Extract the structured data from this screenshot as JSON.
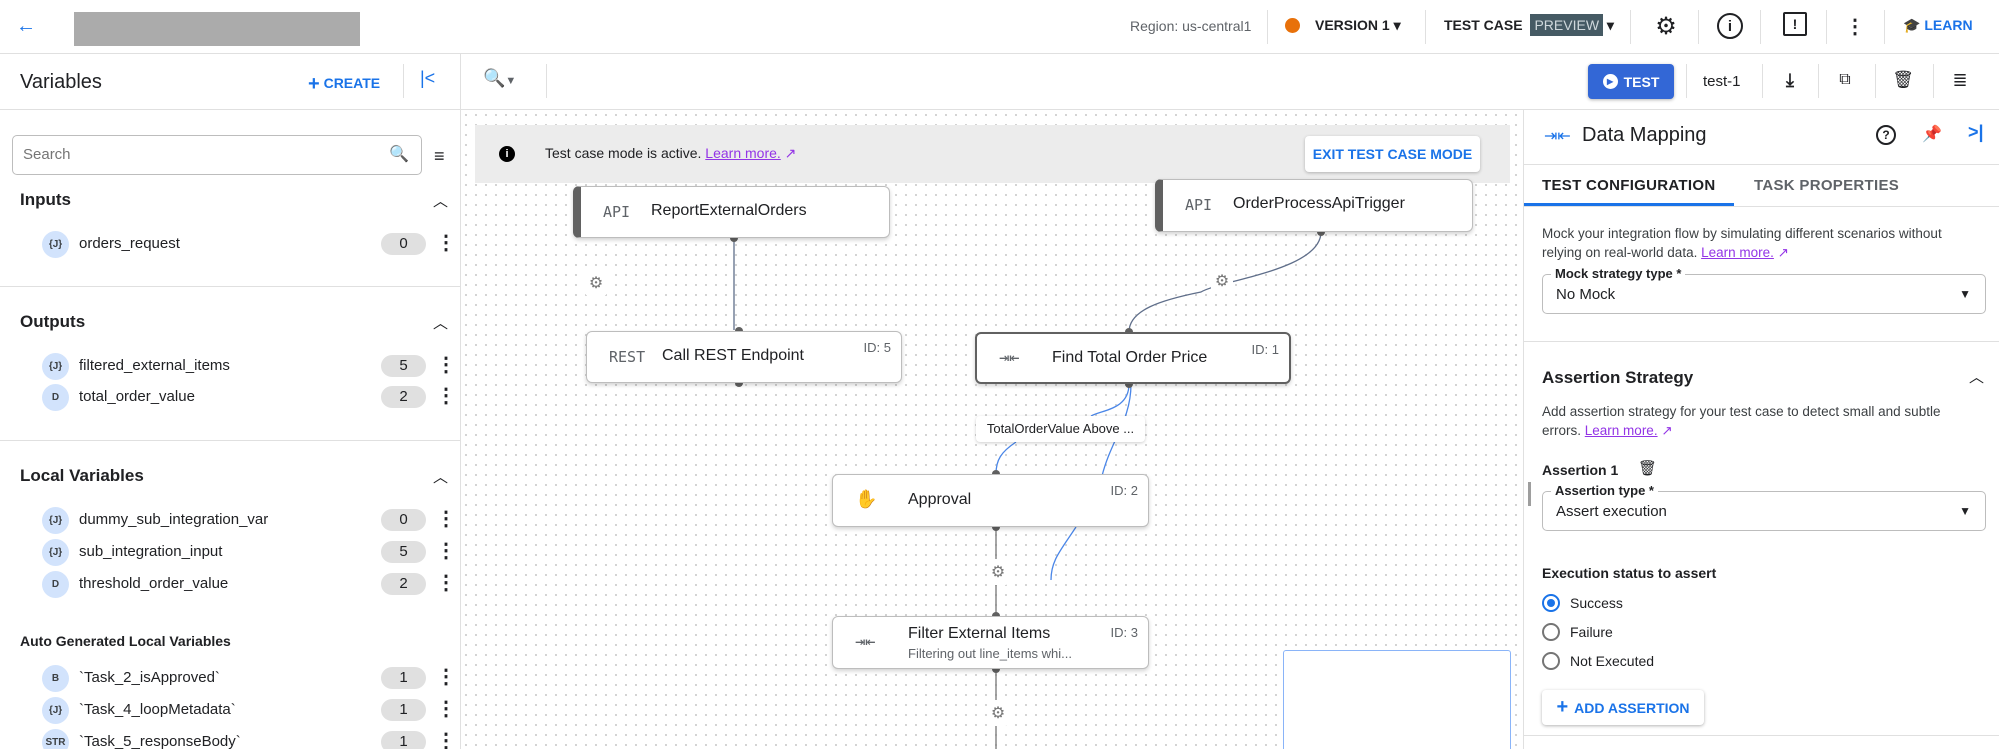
{
  "header": {
    "region": "Region: us-central1",
    "version": "VERSION 1",
    "version_dot_color": "#e8710a",
    "test_case": "TEST CASE",
    "preview_badge": "PREVIEW",
    "learn": "LEARN",
    "icons": [
      "back-arrow-icon",
      "settings-icon",
      "info-icon",
      "feedback-icon",
      "more-vert-icon",
      "school-icon"
    ]
  },
  "toolbar": {
    "test_button": "TEST",
    "test_case_name": "test-1",
    "accent": "#3367d6"
  },
  "variables": {
    "title": "Variables",
    "create": "CREATE",
    "search_placeholder": "Search",
    "inputs": {
      "title": "Inputs",
      "items": [
        {
          "type": "{J}",
          "name": "orders_request",
          "count": "0"
        }
      ]
    },
    "outputs": {
      "title": "Outputs",
      "items": [
        {
          "type": "{J}",
          "name": "filtered_external_items",
          "count": "5"
        },
        {
          "type": "D",
          "name": "total_order_value",
          "count": "2"
        }
      ]
    },
    "local": {
      "title": "Local Variables",
      "items": [
        {
          "type": "{J}",
          "name": "dummy_sub_integration_var",
          "count": "0"
        },
        {
          "type": "{J}",
          "name": "sub_integration_input",
          "count": "5"
        },
        {
          "type": "D",
          "name": "threshold_order_value",
          "count": "2"
        }
      ]
    },
    "auto": {
      "title": "Auto Generated Local Variables",
      "items": [
        {
          "type": "B",
          "name": "`Task_2_isApproved`",
          "count": "1"
        },
        {
          "type": "{J}",
          "name": "`Task_4_loopMetadata`",
          "count": "1"
        },
        {
          "type": "STR",
          "name": "`Task_5_responseBody`",
          "count": "1"
        }
      ]
    }
  },
  "canvas": {
    "banner_text": "Test case mode is active.",
    "banner_link": "Learn more.",
    "exit_button": "EXIT TEST CASE MODE",
    "nodes": {
      "report": {
        "icon": "API",
        "title": "ReportExternalOrders"
      },
      "trigger": {
        "icon": "API",
        "title": "OrderProcessApiTrigger"
      },
      "rest": {
        "icon": "REST",
        "title": "Call REST Endpoint",
        "id": "ID: 5"
      },
      "find": {
        "title": "Find Total Order Price",
        "id": "ID: 1"
      },
      "approval": {
        "title": "Approval",
        "id": "ID: 2"
      },
      "filter": {
        "title": "Filter External Items",
        "subtitle": "Filtering out line_items whi...",
        "id": "ID: 3"
      }
    },
    "edge_label": "TotalOrderValue Above ..."
  },
  "panel": {
    "title": "Data Mapping",
    "tabs": [
      "TEST CONFIGURATION",
      "TASK PROPERTIES"
    ],
    "mock_desc": "Mock your integration flow by simulating different scenarios without relying on real-world data.",
    "learn_more": "Learn more.",
    "mock_label": "Mock strategy type *",
    "mock_value": "No Mock",
    "assertion_title": "Assertion Strategy",
    "assertion_desc": "Add assertion strategy for your test case to detect small and subtle errors.",
    "assertion_1": "Assertion 1",
    "assertion_type_label": "Assertion type *",
    "assertion_type_value": "Assert execution",
    "exec_status_label": "Execution status to assert",
    "radios": [
      "Success",
      "Failure",
      "Not Executed"
    ],
    "selected_radio": "Success",
    "add_assertion": "ADD ASSERTION"
  }
}
